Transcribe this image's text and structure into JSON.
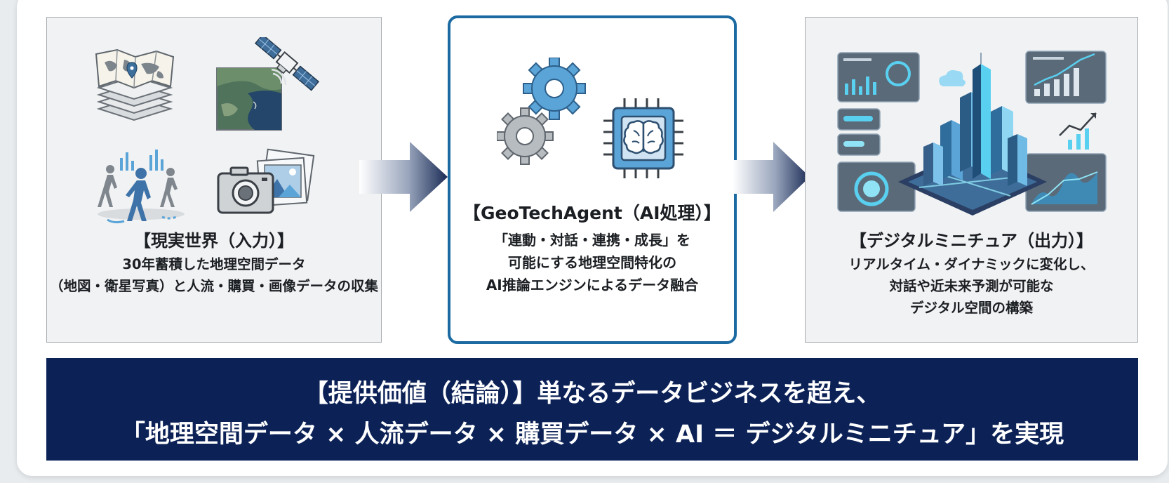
{
  "left_panel": {
    "title": "【現実世界（入力）】",
    "lines": [
      "30年蓄積した地理空間データ",
      "（地図・衛星写真）と人流・購買・画像データの収集"
    ]
  },
  "center_panel": {
    "title": "【GeoTechAgent（AI処理）】",
    "lines": [
      "「連動・対話・連携・成長」を",
      "可能にする地理空間特化の",
      "AI推論エンジンによるデータ融合"
    ]
  },
  "right_panel": {
    "title": "【デジタルミニチュア（出力）】",
    "lines": [
      "リアルタイム・ダイナミックに変化し、",
      "対話や近未来予測が可能な",
      "デジタル空間の構築"
    ]
  },
  "banner": {
    "line1": "【提供価値（結論）】単なるデータビジネスを超え、",
    "line2": "「地理空間データ × 人流データ × 購買データ × AI ＝ デジタルミニチュア」を実現"
  },
  "icons": {
    "left": [
      "map-layers-icon",
      "satellite-icon",
      "pedestrians-icon",
      "camera-photo-icon"
    ],
    "center": [
      "gears-icon",
      "ai-chip-brain-icon"
    ],
    "right": [
      "digital-city-dashboard-icon"
    ]
  },
  "colors": {
    "banner_bg": "#0c2257",
    "center_border": "#1b6aa1",
    "icon_blue": "#5aa4d8",
    "icon_gray": "#8b9096",
    "arrow_dark": "#1a2b55"
  }
}
